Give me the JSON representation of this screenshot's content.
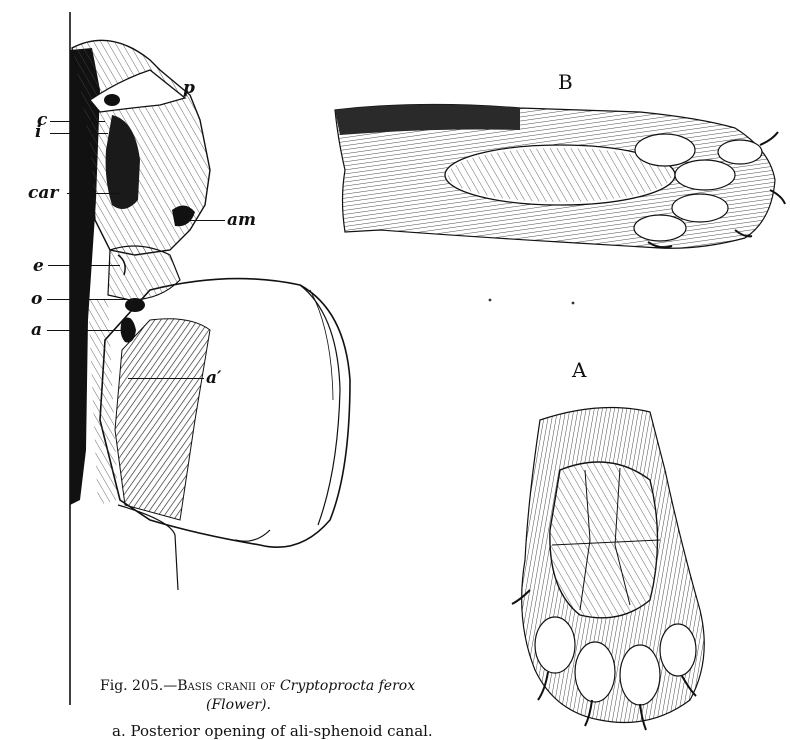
{
  "skull_labels": {
    "p": "p",
    "c": "c",
    "i": "i",
    "car": "car",
    "am": "am",
    "e": "e",
    "o": "o",
    "a": "a",
    "a_prime": "a′"
  },
  "panel_labels": {
    "b": "B",
    "a": "A"
  },
  "caption": {
    "fig_number": "Fig. 205.",
    "title_sc": "—Basis cranii of",
    "species": "Cryptoprocta ferox",
    "authority": "(Flower).",
    "legend_first_line": "a. Posterior opening of ali-sphenoid canal."
  }
}
